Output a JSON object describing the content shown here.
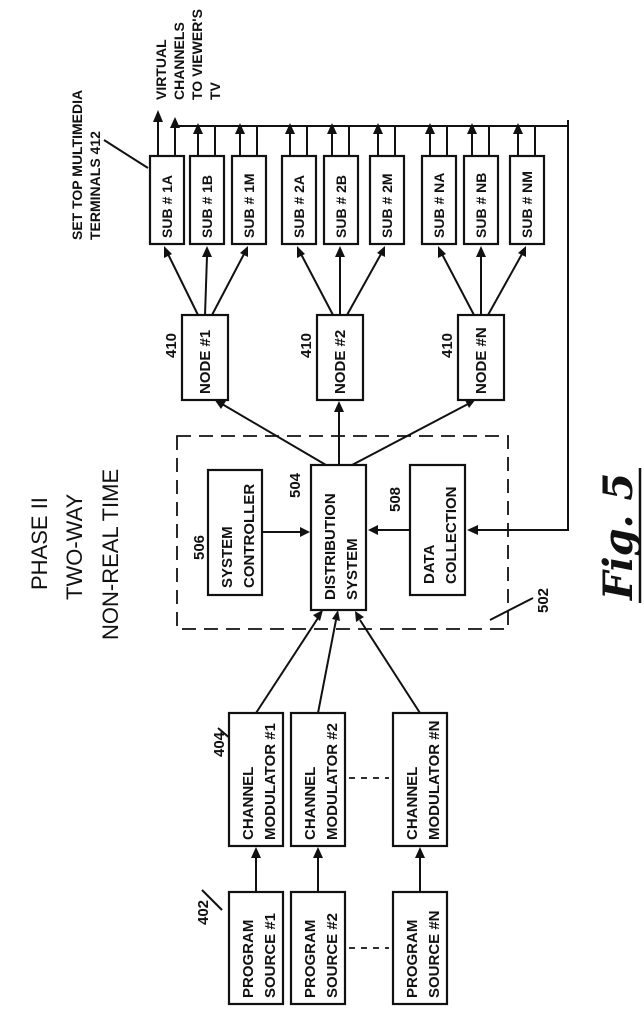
{
  "title": {
    "line1": "PHASE II",
    "line2": "TWO-WAY",
    "line3": "NON-REAL TIME"
  },
  "figure_caption": "Fig. 5",
  "program_sources": {
    "ref": "402",
    "items": [
      {
        "line1": "PROGRAM",
        "line2": "SOURCE #1"
      },
      {
        "line1": "PROGRAM",
        "line2": "SOURCE #2"
      },
      {
        "line1": "PROGRAM",
        "line2": "SOURCE #N"
      }
    ]
  },
  "channel_modulators": {
    "ref": "404",
    "items": [
      {
        "line1": "CHANNEL",
        "line2": "MODULATOR #1"
      },
      {
        "line1": "CHANNEL",
        "line2": "MODULATOR #2"
      },
      {
        "line1": "CHANNEL",
        "line2": "MODULATOR #N"
      }
    ]
  },
  "headend": {
    "ref": "502",
    "system_controller": {
      "ref": "506",
      "line1": "SYSTEM",
      "line2": "CONTROLLER"
    },
    "distribution_system": {
      "ref": "504",
      "line1": "DISTRIBUTION",
      "line2": "SYSTEM"
    },
    "data_collection": {
      "ref": "508",
      "line1": "DATA",
      "line2": "COLLECTION"
    }
  },
  "nodes": [
    {
      "ref": "410",
      "label": "NODE #1"
    },
    {
      "ref": "410",
      "label": "NODE #2"
    },
    {
      "ref": "410",
      "label": "NODE #N"
    }
  ],
  "subscribers": [
    "SUB # 1A",
    "SUB # 1B",
    "SUB # 1M",
    "SUB # 2A",
    "SUB # 2B",
    "SUB # 2M",
    "SUB # NA",
    "SUB # NB",
    "SUB # NM"
  ],
  "set_top_label": {
    "line1": "SET TOP MULTIMEDIA",
    "line2": "TERMINALS 412"
  },
  "virtual_channels_label": {
    "line1": "VIRTUAL",
    "line2": "CHANNELS",
    "line3": "TO VIEWER'S",
    "line4": "TV"
  }
}
